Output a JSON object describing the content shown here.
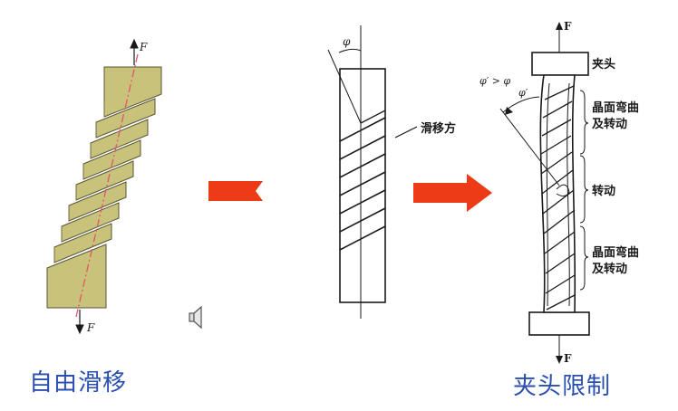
{
  "colors": {
    "crystal_fill": "#c8c27a",
    "crystal_stroke": "#555533",
    "slip_line": "#e0566a",
    "arrow_red": "#ec3b16",
    "caption_blue": "#2a4fb0",
    "line": "#1a1a1a"
  },
  "left_figure": {
    "force_top": "F",
    "force_bottom": "F",
    "caption": "自由滑移"
  },
  "middle_figure": {
    "angle_label": "φ",
    "slip_label": "滑移方"
  },
  "right_figure": {
    "force_top": "F",
    "force_bottom": "F",
    "angle_compare": "φ′ > φ",
    "angle_label": "φ′",
    "grip_label": "夹头",
    "zone_top": [
      "晶面弯曲",
      "及转动"
    ],
    "zone_middle": "转动",
    "zone_bottom": [
      "晶面弯曲",
      "及转动"
    ],
    "caption": "夹头限制"
  },
  "icons": [
    "speaker-icon",
    "left-red-arrow-icon",
    "right-red-arrow-icon"
  ]
}
